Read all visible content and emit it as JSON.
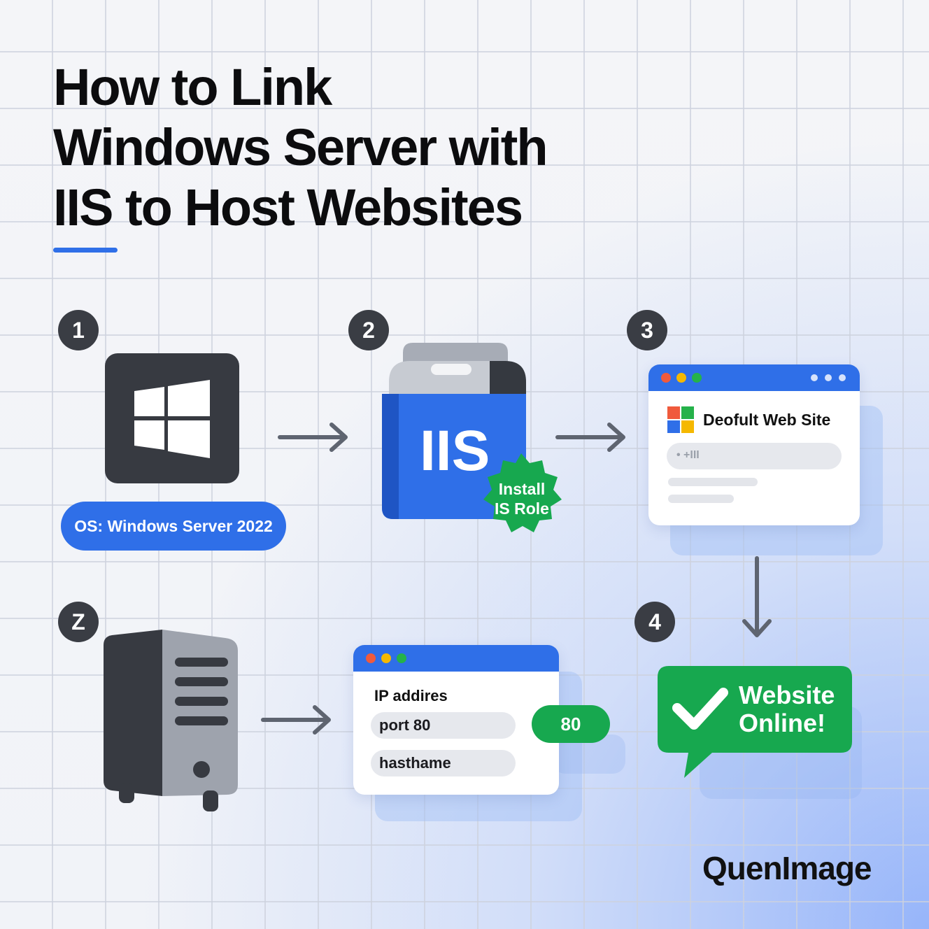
{
  "title_lines": [
    "How to Link",
    "Windows Server with",
    "IIS to Host Websites"
  ],
  "steps": {
    "step1": {
      "number": "1",
      "pill": "OS: Windows Server 2022"
    },
    "step2": {
      "number": "2",
      "logo": "IIS",
      "badge_line1": "Install",
      "badge_line2": "IS Role"
    },
    "step3": {
      "number": "3",
      "site_name": "Deofult Web Site",
      "address": "• +III"
    },
    "step4": {
      "number": "4",
      "status_line1": "Website",
      "status_line2": "Online!"
    },
    "step5": {
      "number": "Z",
      "ip_label": "IP addires",
      "port_field": "port 80",
      "port_pill": "80",
      "hostname_field": "hasthame"
    }
  },
  "brand": "QuenImage",
  "colors": {
    "accent_blue": "#2f6fe8",
    "green": "#17a84f",
    "dark": "#373a41"
  },
  "icons": [
    "windows-logo-icon",
    "iis-package-icon",
    "server-tower-icon",
    "checkmark-icon",
    "arrow-right-icon",
    "arrow-down-icon"
  ]
}
